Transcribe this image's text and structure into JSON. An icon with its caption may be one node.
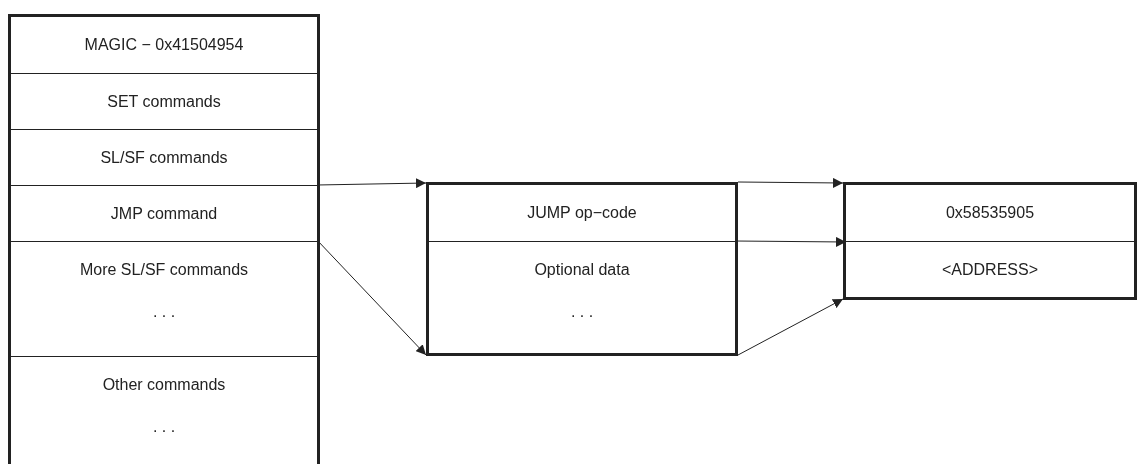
{
  "diagram": {
    "nodes": [
      {
        "text": [],
        "shape": "box"
      },
      {
        "text": [
          "MAGIC − 0x41504954"
        ],
        "in": 0
      },
      {
        "text": [
          "SET commands"
        ],
        "in": 0
      },
      {
        "text": [
          "SL/SF commands"
        ],
        "in": 0
      },
      {
        "text": [
          "JMP command"
        ],
        "in": 0
      },
      {
        "text": [
          "More SL/SF commands",
          ". . ."
        ],
        "in": 0
      },
      {
        "text": [
          "Other commands",
          ". . ."
        ],
        "in": 0
      },
      {
        "text": [],
        "shape": "box"
      },
      {
        "text": [
          "JUMP op−code"
        ],
        "in": 7
      },
      {
        "text": [
          "Optional data",
          ". . ."
        ],
        "in": 7
      },
      {
        "text": [],
        "shape": "box"
      },
      {
        "text": [
          "0x58535905"
        ],
        "in": 10
      },
      {
        "text": [
          "<ADDRESS>"
        ],
        "in": 10
      }
    ],
    "edges": [
      {
        "from": 4,
        "to": 7,
        "arrow": "to"
      },
      {
        "from": 4,
        "to": 7,
        "arrow": "to"
      },
      {
        "from": 7,
        "to": 10,
        "arrow": "to"
      },
      {
        "from": 9,
        "to": 12,
        "arrow": "to"
      },
      {
        "from": 7,
        "to": 10,
        "arrow": "to"
      }
    ]
  }
}
